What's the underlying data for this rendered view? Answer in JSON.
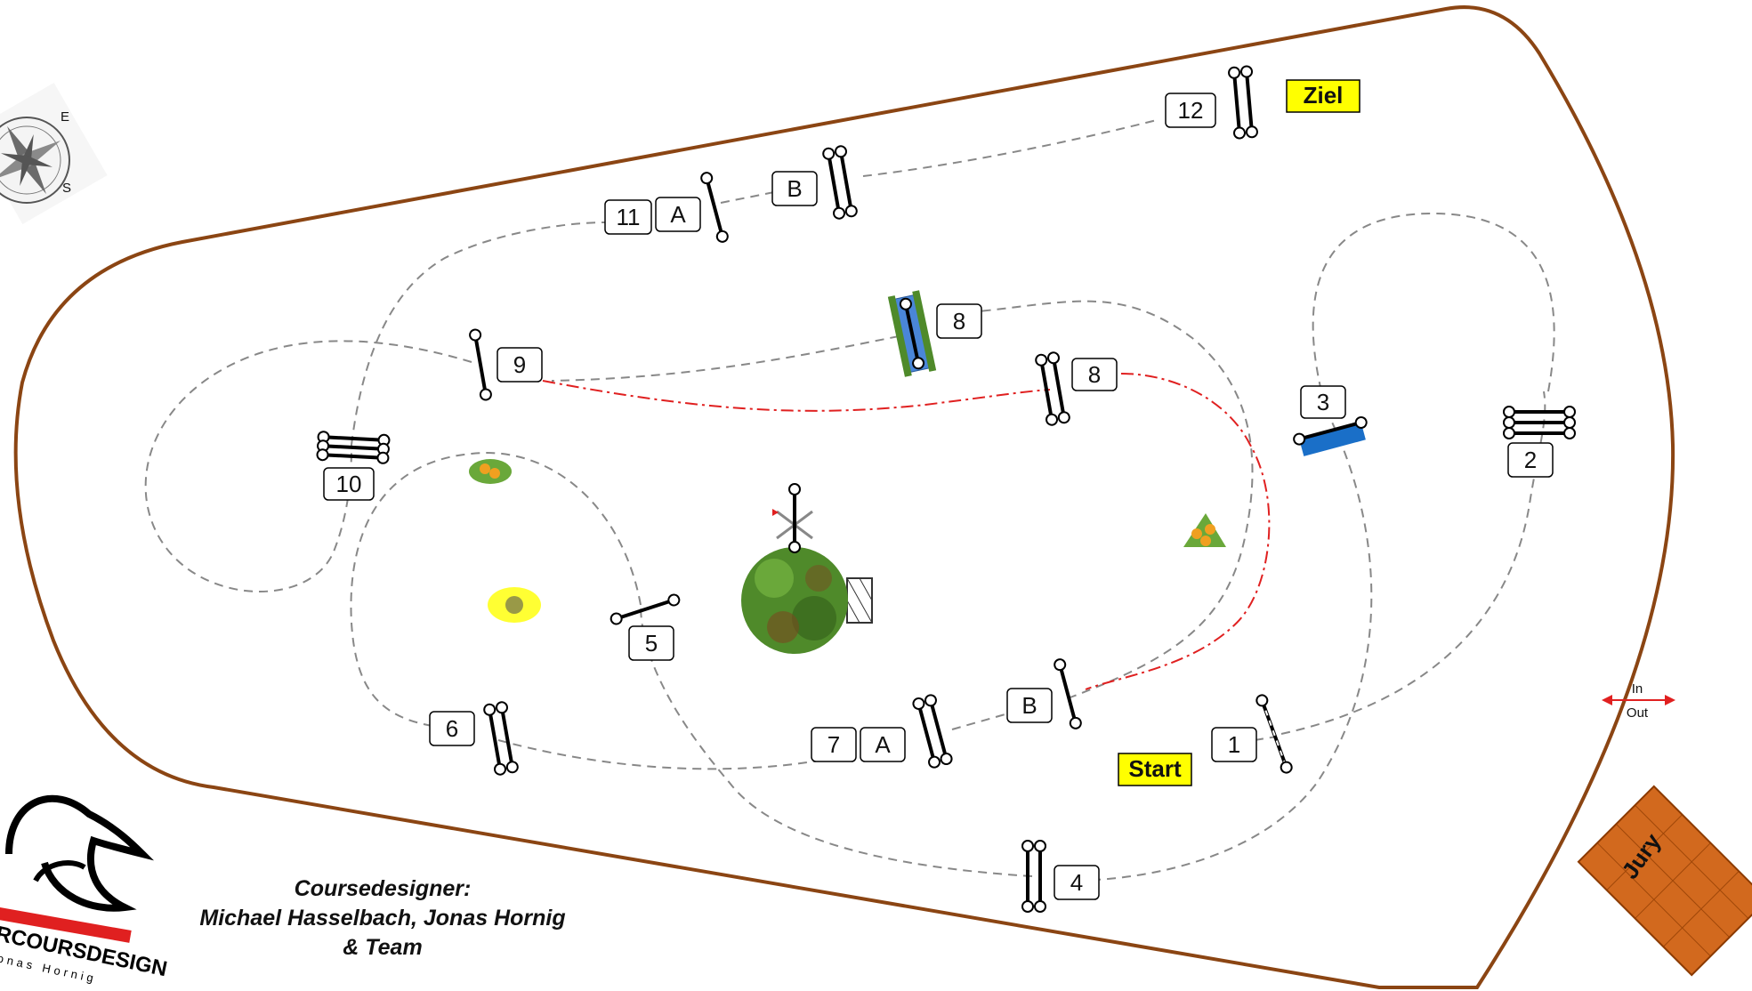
{
  "course": {
    "start_label": "Start",
    "finish_label": "Ziel",
    "gate_in": "In",
    "gate_out": "Out",
    "jury_label": "Jury",
    "credits": {
      "line1": "Coursedesigner:",
      "line2": "Michael Hasselbach, Jonas Hornig",
      "line3": "& Team"
    },
    "logo": {
      "word": "RCOURSDESIGN",
      "sub": "onas Hornig"
    },
    "compass_letters": [
      "E",
      "S"
    ],
    "obstacle_numbers": {
      "n1": "1",
      "n2": "2",
      "n3": "3",
      "n4": "4",
      "n5": "5",
      "n6": "6",
      "n7": "7",
      "n7a": "A",
      "n7b": "B",
      "n8a": "8",
      "n8b": "8",
      "n9": "9",
      "n10": "10",
      "n11": "11",
      "n11a": "A",
      "n11b": "B",
      "n12": "12"
    },
    "colors": {
      "arena_border": "#8B4513",
      "track": "#888888",
      "alt_track": "#e02020",
      "tag_fill": "#ffff00",
      "water": "#4a86d8",
      "tree": "#4f8a2a",
      "jury": "#d2691e"
    }
  }
}
